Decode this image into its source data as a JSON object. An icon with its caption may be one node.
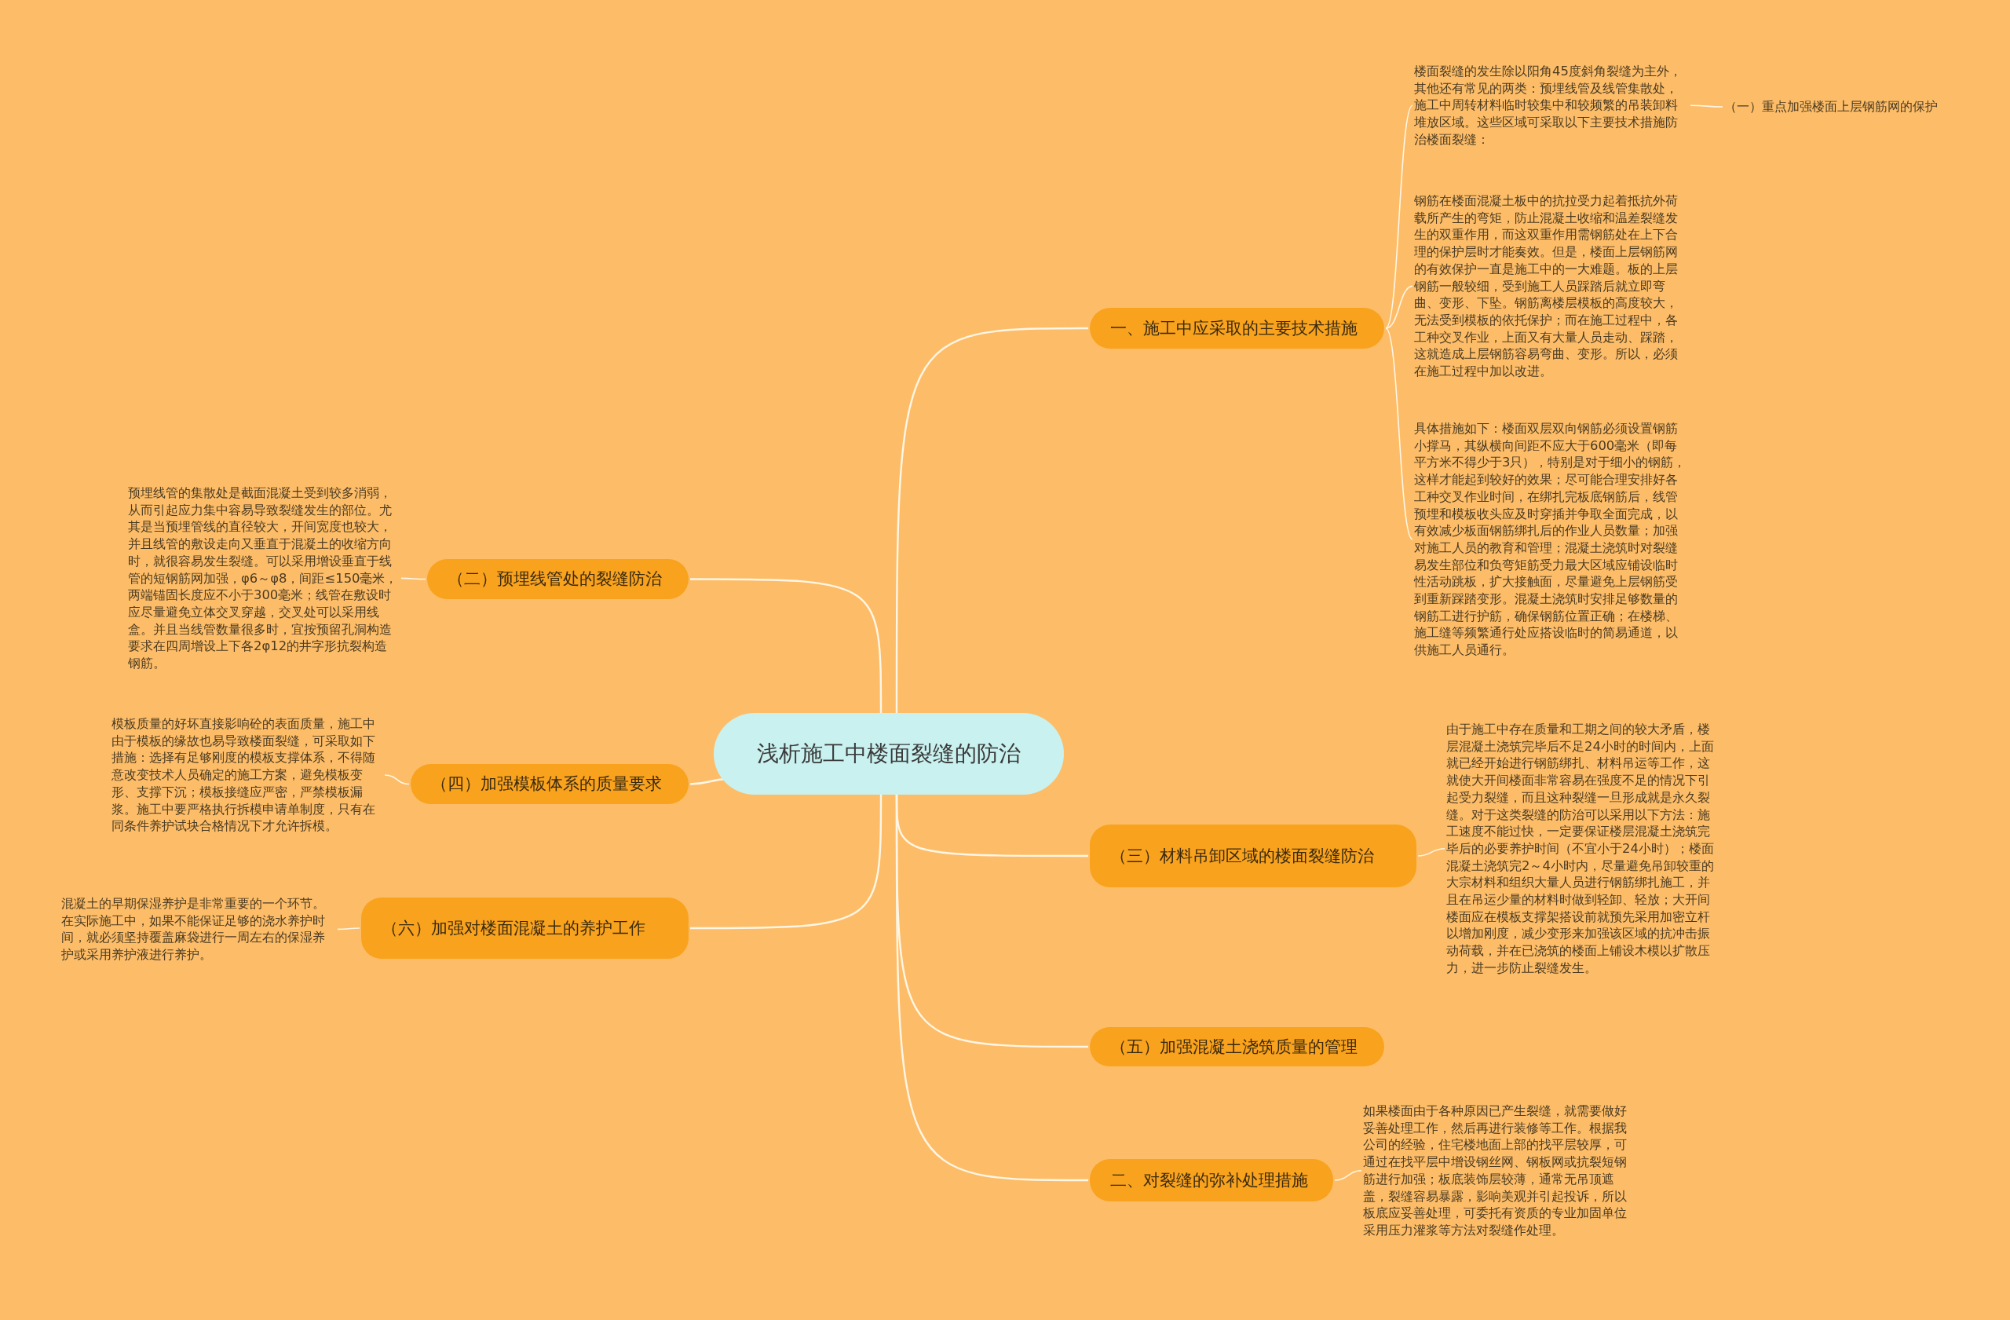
{
  "diagram": {
    "nodes": [
      {
        "text": [
          "浅析施工中楼面裂缝的防治"
        ]
      },
      {
        "text": [
          "一、施工中应采取的主要技术措施"
        ]
      },
      {
        "text": [
          "楼面裂缝的发生除以阳角45度斜角裂缝为主外，其他还有常见的两类：预埋线管及线管集散处，施工中周转材料临时较集中和较频繁的吊装卸料堆放区域。这些区域可采取以下主要技术措施防治楼面裂缝："
        ]
      },
      {
        "text": [
          "（一）重点加强楼面上层钢筋网的保护"
        ]
      },
      {
        "text": [
          "钢筋在楼面混凝土板中的抗拉受力起着抵抗外荷载所产生的弯矩，防止混凝土收缩和温差裂缝发生的双重作用，而这双重作用需钢筋处在上下合理的保护层时才能奏效。但是，楼面上层钢筋网的有效保护一直是施工中的一大难题。板的上层钢筋一般较细，受到施工人员踩踏后就立即弯曲、变形、下坠。钢筋离楼层模板的高度较大，无法受到模板的依托保护；而在施工过程中，各工种交叉作业，上面又有大量人员走动、踩踏，这就造成上层钢筋容易弯曲、变形。所以，必须在施工过程中加以改进。"
        ]
      },
      {
        "text": [
          "具体措施如下：楼面双层双向钢筋必须设置钢筋小撑马，其纵横向间距不应大于600毫米（即每平方米不得少于3只），特别是对于细小的钢筋，这样才能起到较好的效果；尽可能合理安排好各工种交叉作业时间，在绑扎完板底钢筋后，线管预埋和模板收头应及时穿插并争取全面完成，以有效减少板面钢筋绑扎后的作业人员数量；加强对施工人员的教育和管理；混凝土浇筑时对裂缝易发生部位和负弯矩筋受力最大区域应铺设临时性活动跳板，扩大接触面，尽量避免上层钢筋受到重新踩踏变形。混凝土浇筑时安排足够数量的钢筋工进行护筋，确保钢筋位置正确；在楼梯、施工缝等频繁通行处应搭设临时的简易通道，以供施工人员通行。"
        ]
      },
      {
        "text": [
          "（三）材料吊卸区域的楼面裂缝防治"
        ]
      },
      {
        "text": [
          "由于施工中存在质量和工期之间的较大矛盾，楼层混凝土浇筑完毕后不足24小时的时间内，上面就已经开始进行钢筋绑扎、材料吊运等工作，这就使大开间楼面非常容易在强度不足的情况下引起受力裂缝，而且这种裂缝一旦形成就是永久裂缝。对于这类裂缝的防治可以采用以下方法：施工速度不能过快，一定要保证楼层混凝土浇筑完毕后的必要养护时间（不宜小于24小时）；楼面混凝土浇筑完2～4小时内，尽量避免吊卸较重的大宗材料和组织大量人员进行钢筋绑扎施工，并且在吊运少量的材料时做到轻卸、轻放；大开间楼面应在模板支撑架搭设前就预先采用加密立杆以增加刚度，减少变形来加强该区域的抗冲击振动荷载，并在已浇筑的楼面上铺设木模以扩散压力，进一步防止裂缝发生。"
        ]
      },
      {
        "text": [
          "（五）加强混凝土浇筑质量的管理"
        ]
      },
      {
        "text": [
          "二、对裂缝的弥补处理措施"
        ]
      },
      {
        "text": [
          "如果楼面由于各种原因已产生裂缝，就需要做好妥善处理工作，然后再进行装修等工作。根据我公司的经验，住宅楼地面上部的找平层较厚，可通过在找平层中增设钢丝网、钢板网或抗裂短钢筋进行加强；板底装饰层较薄，通常无吊顶遮盖，裂缝容易暴露，影响美观并引起投诉，所以板底应妥善处理，可委托有资质的专业加固单位采用压力灌浆等方法对裂缝作处理。"
        ]
      },
      {
        "text": [
          "（二）预埋线管处的裂缝防治"
        ]
      },
      {
        "text": [
          "预埋线管的集散处是截面混凝土受到较多消弱，从而引起应力集中容易导致裂缝发生的部位。尤其是当预埋管线的直径较大，开间宽度也较大，并且线管的敷设走向又垂直于混凝土的收缩方向时，就很容易发生裂缝。可以采用增设垂直于线管的短钢筋网加强，φ6～φ8，间距≤150毫米，两端锚固长度应不小于300毫米；线管在敷设时应尽量避免立体交叉穿越，交叉处可以采用线盒。并且当线管数量很多时，宜按预留孔洞构造要求在四周增设上下各2φ12的井字形抗裂构造钢筋。"
        ]
      },
      {
        "text": [
          "（四）加强模板体系的质量要求"
        ]
      },
      {
        "text": [
          "模板质量的好坏直接影响砼的表面质量，施工中由于模板的缘故也易导致楼面裂缝，可采取如下措施：选择有足够刚度的模板支撑体系，不得随意改变技术人员确定的施工方案，避免模板变形、支撑下沉；模板接缝应严密，严禁模板漏浆。施工中要严格执行拆模申请单制度，只有在同条件养护试块合格情况下才允许拆模。"
        ]
      },
      {
        "text": [
          "（六）加强对楼面混凝土的养护工作"
        ]
      },
      {
        "text": [
          "混凝土的早期保湿养护是非常重要的一个环节。在实际施工中，如果不能保证足够的浇水养护时间，就必须坚持覆盖麻袋进行一周左右的保湿养护或采用养护液进行养护。"
        ]
      }
    ],
    "edges": [
      {
        "from": 0,
        "to": 1,
        "arrow": "none"
      },
      {
        "from": 1,
        "to": 2,
        "arrow": "none"
      },
      {
        "from": 2,
        "to": 3,
        "arrow": "none"
      },
      {
        "from": 1,
        "to": 4,
        "arrow": "none"
      },
      {
        "from": 1,
        "to": 5,
        "arrow": "none"
      },
      {
        "from": 0,
        "to": 6,
        "arrow": "none"
      },
      {
        "from": 6,
        "to": 7,
        "arrow": "none"
      },
      {
        "from": 0,
        "to": 8,
        "arrow": "none"
      },
      {
        "from": 0,
        "to": 9,
        "arrow": "none"
      },
      {
        "from": 9,
        "to": 10,
        "arrow": "none"
      },
      {
        "from": 0,
        "to": 11,
        "arrow": "none"
      },
      {
        "from": 11,
        "to": 12,
        "arrow": "none"
      },
      {
        "from": 0,
        "to": 13,
        "arrow": "none"
      },
      {
        "from": 13,
        "to": 14,
        "arrow": "none"
      },
      {
        "from": 0,
        "to": 15,
        "arrow": "none"
      },
      {
        "from": 15,
        "to": 16,
        "arrow": "none"
      }
    ]
  }
}
